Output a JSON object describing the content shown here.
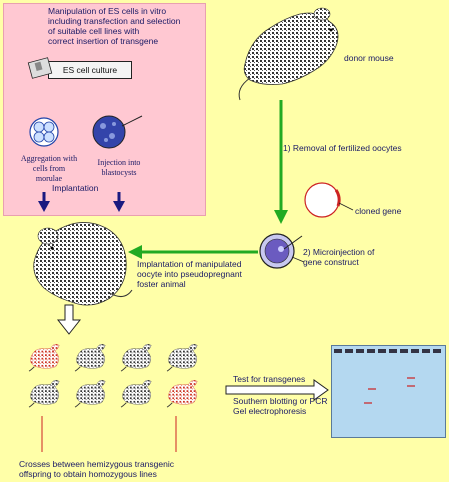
{
  "pink_box": {
    "title": "Manipulation of ES cells in vitro\nincluding transfection and selection\nof suitable cell lines with\ncorrect insertion of transgene",
    "culture_label": "ES cell culture",
    "aggregation_label": "Aggregation with\ncells from\nmorulae",
    "injection_label": "Injection into\nblastocysts",
    "implantation_label": "Implantation"
  },
  "donor_label": "donor mouse",
  "step1_label": "1) Removal of fertilized oocytes",
  "cloned_gene_label": "cloned gene",
  "step2_label": "2) Microinjection of\ngene construct",
  "implantation_manip_label": "Implantation of manipulated\noocyte into pseudopregnant\nfoster animal",
  "test_label": "Test for transgenes",
  "methods_label": "Southern blotting or PCR\nGel electrophoresis",
  "crosses_label": "Crosses between hemizygous transgenic\noffspring to obtain homozygous lines",
  "colors": {
    "background": "#ffffa8",
    "pink_box": "#ffc8d2",
    "green_arrow": "#22aa22",
    "navy_arrow": "#1a1a80",
    "gel": "#b4d8f0",
    "red": "#cc2222"
  },
  "icons": [
    "donor-mouse-icon",
    "foster-mouse-icon",
    "oocyte-icon",
    "plasmid-icon",
    "morula-icon",
    "blastocyst-icon",
    "offspring-mouse-icon"
  ]
}
